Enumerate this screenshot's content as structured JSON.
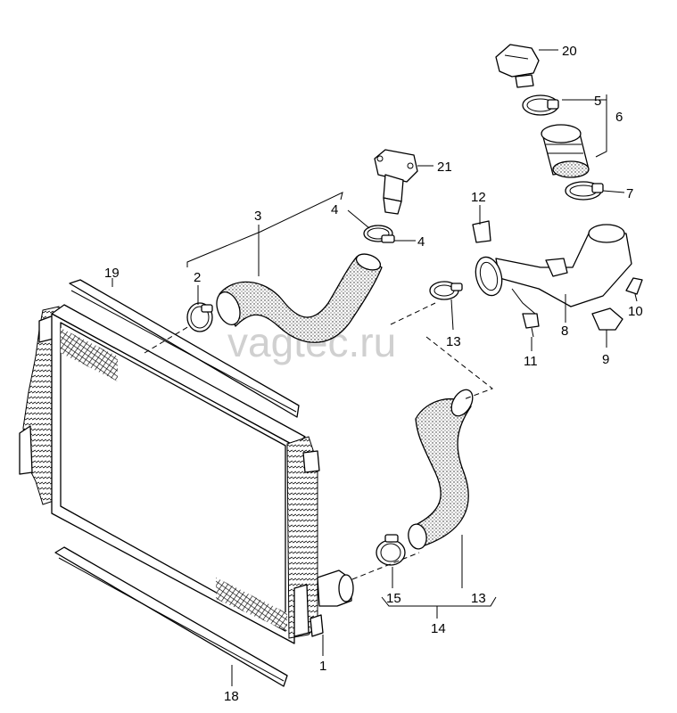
{
  "watermark": "vagtec.ru",
  "callouts": {
    "c1": "1",
    "c2": "2",
    "c3": "3",
    "c4a": "4",
    "c4b": "4",
    "c5": "5",
    "c6": "6",
    "c7": "7",
    "c8": "8",
    "c9": "9",
    "c10": "10",
    "c11": "11",
    "c12": "12",
    "c13a": "13",
    "c13b": "13",
    "c14": "14",
    "c15": "15",
    "c18": "18",
    "c19": "19",
    "c20": "20",
    "c21": "21"
  }
}
